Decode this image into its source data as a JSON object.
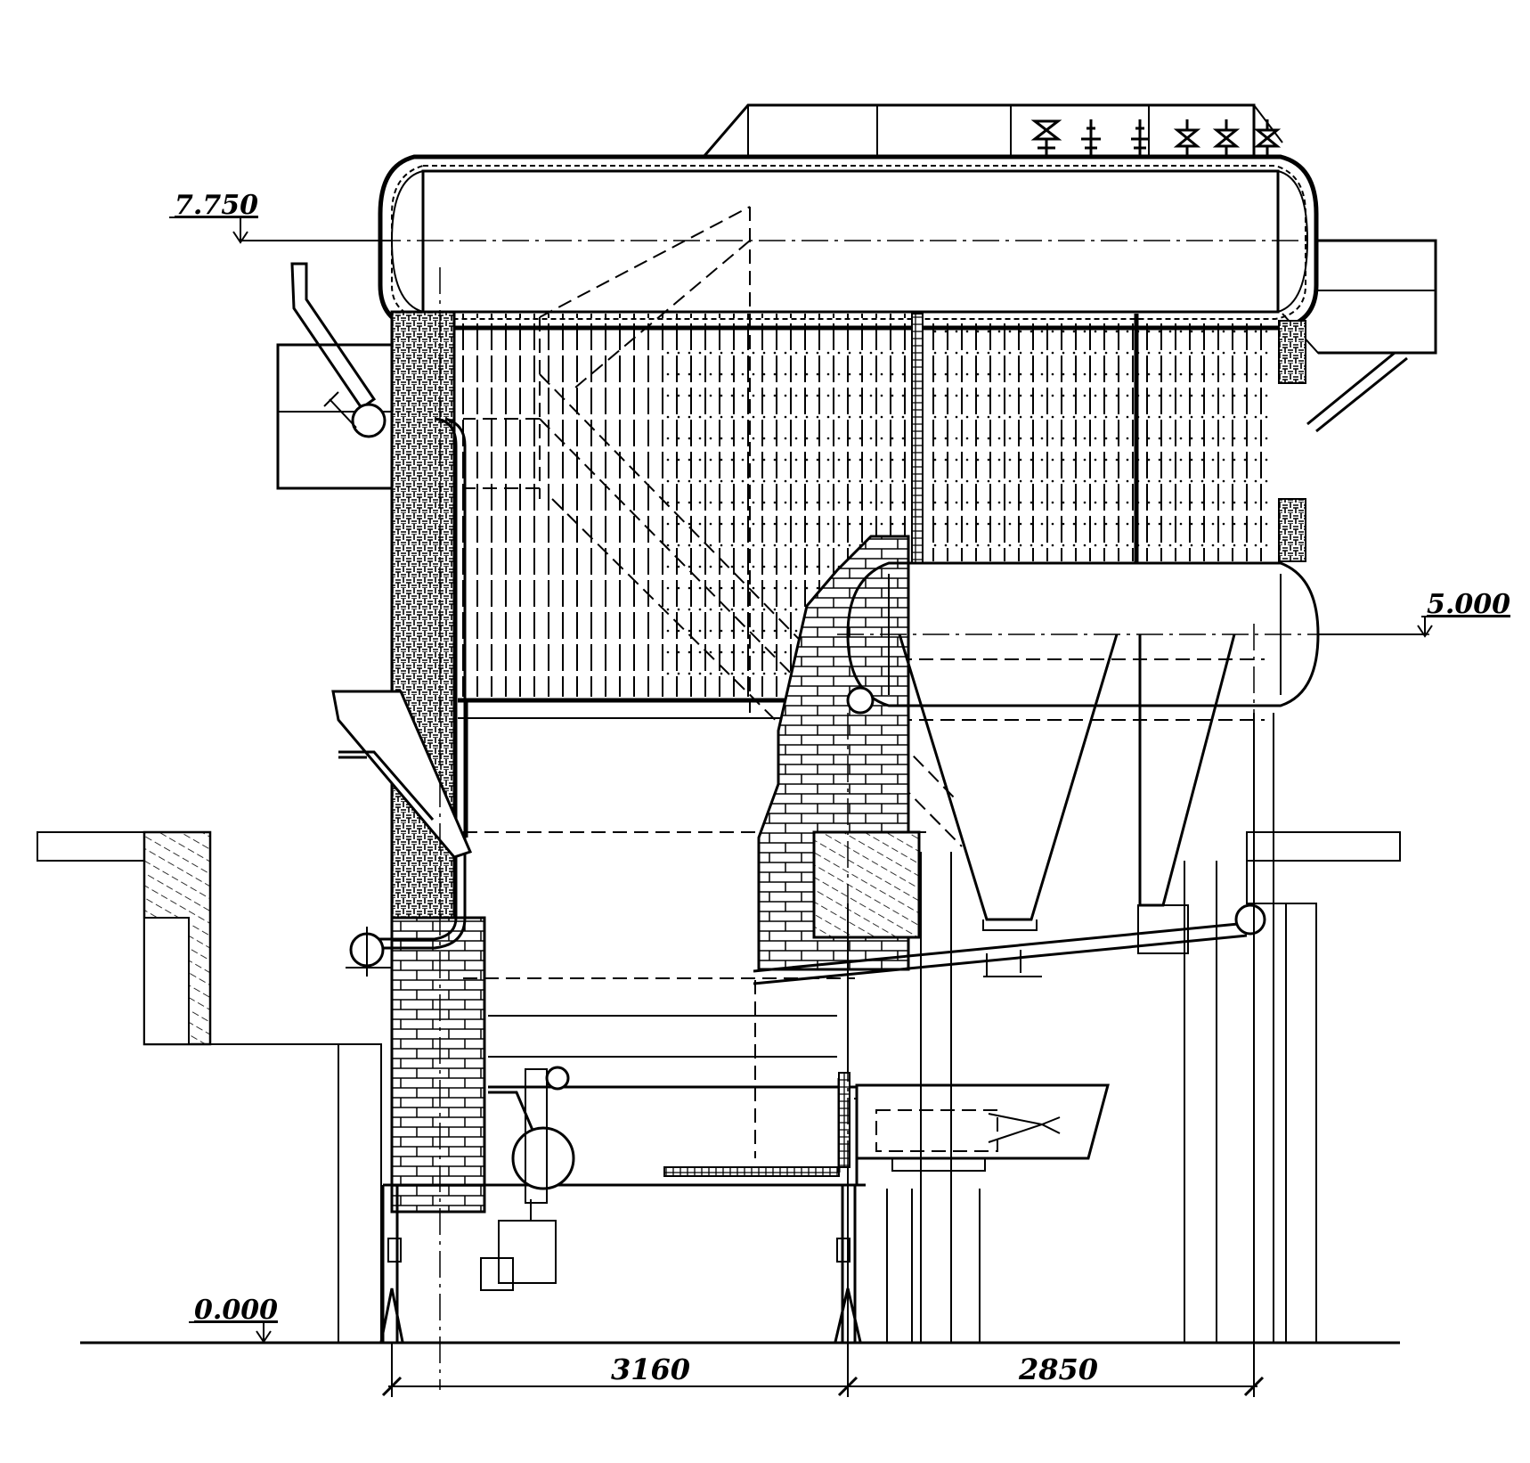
{
  "elevations": {
    "top": "7.750",
    "drum_lower": "5.000",
    "ground": "0.000"
  },
  "dimensions": {
    "left_span": "3160",
    "right_span": "2850"
  }
}
